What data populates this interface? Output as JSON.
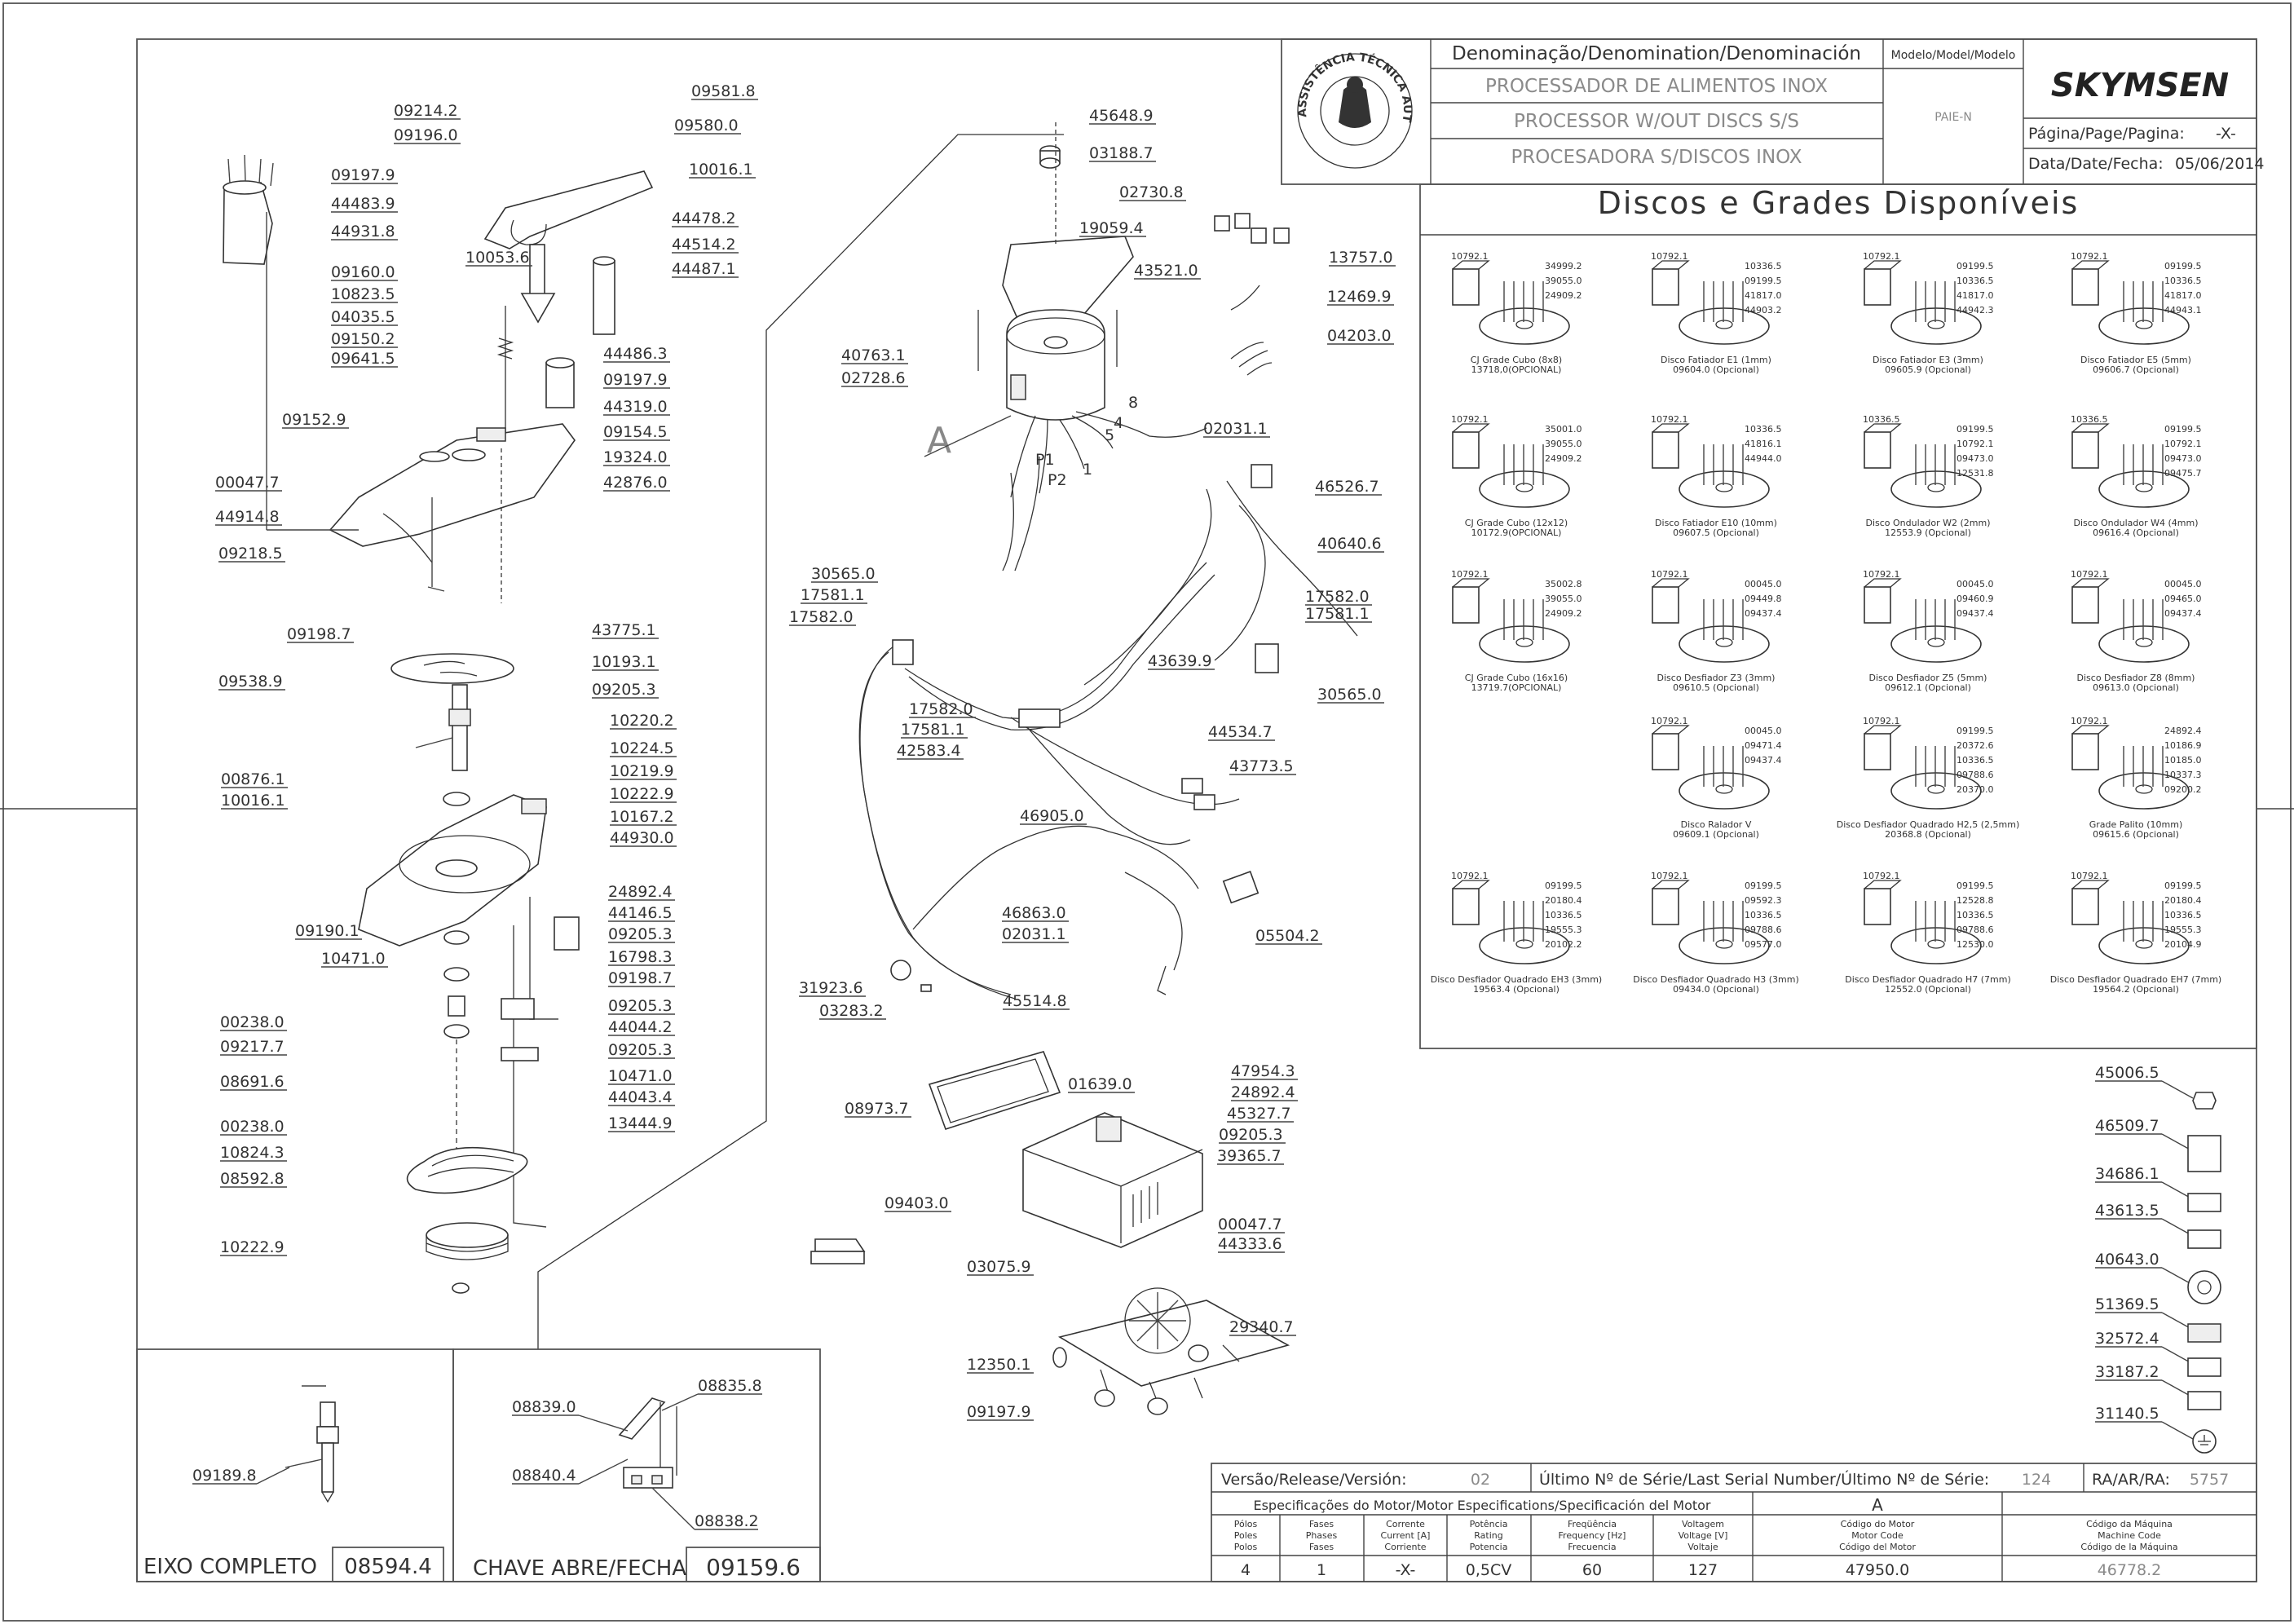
{
  "title_block": {
    "denomination_header": "Denominação/Denomination/Denominación",
    "name_pt": "PROCESSADOR DE ALIMENTOS INOX",
    "name_en": "PROCESSOR W/OUT DISCS S/S",
    "name_es": "PROCESADORA S/DISCOS INOX",
    "model_header": "Modelo/Model/Modelo",
    "model": "PAIE-N",
    "brand": "SKYMSEN",
    "page_label": "Página/Page/Pagina:",
    "page_value": "-X-",
    "date_label": "Data/Date/Fecha:",
    "date_value": "05/06/2014",
    "seal_text": "ASSISTÊNCIA TÉCNICA AUTORIZADA"
  },
  "discs_panel": {
    "title": "Discos e Grades Disponíveis",
    "items": [
      {
        "caption1": "CJ Grade Cubo (8x8)",
        "caption2": "13718,0(OPCIONAL)",
        "codes": [
          "10792.1",
          "34999.2",
          "39055.0",
          "24909.2"
        ]
      },
      {
        "caption1": "Disco Fatiador E1 (1mm)",
        "caption2": "09604.0 (Opcional)",
        "codes": [
          "10792.1",
          "10336.5",
          "09199.5",
          "41817.0",
          "44903.2"
        ]
      },
      {
        "caption1": "Disco Fatiador E3 (3mm)",
        "caption2": "09605.9 (Opcional)",
        "codes": [
          "10792.1",
          "09199.5",
          "10336.5",
          "41817.0",
          "44942.3"
        ]
      },
      {
        "caption1": "Disco Fatiador E5 (5mm)",
        "caption2": "09606.7 (Opcional)",
        "codes": [
          "10792.1",
          "09199.5",
          "10336.5",
          "41817.0",
          "44943.1"
        ]
      },
      {
        "caption1": "CJ Grade Cubo (12x12)",
        "caption2": "10172.9(OPCIONAL)",
        "codes": [
          "10792.1",
          "35001.0",
          "39055.0",
          "24909.2"
        ]
      },
      {
        "caption1": "Disco Fatiador E10 (10mm)",
        "caption2": "09607.5 (Opcional)",
        "codes": [
          "10792.1",
          "10336.5",
          "41816.1",
          "44944.0"
        ]
      },
      {
        "caption1": "Disco Ondulador W2 (2mm)",
        "caption2": "12553.9 (Opcional)",
        "codes": [
          "10336.5",
          "09199.5",
          "10792.1",
          "09473.0",
          "12531.8"
        ]
      },
      {
        "caption1": "Disco Ondulador W4 (4mm)",
        "caption2": "09616.4 (Opcional)",
        "codes": [
          "10336.5",
          "09199.5",
          "10792.1",
          "09473.0",
          "09475.7"
        ]
      },
      {
        "caption1": "CJ Grade Cubo (16x16)",
        "caption2": "13719.7(OPCIONAL)",
        "codes": [
          "10792.1",
          "35002.8",
          "39055.0",
          "24909.2"
        ]
      },
      {
        "caption1": "Disco Desfiador Z3 (3mm)",
        "caption2": "09610.5 (Opcional)",
        "codes": [
          "10792.1",
          "00045.0",
          "09449.8",
          "09437.4"
        ]
      },
      {
        "caption1": "Disco Desfiador Z5 (5mm)",
        "caption2": "09612.1 (Opcional)",
        "codes": [
          "10792.1",
          "00045.0",
          "09460.9",
          "09437.4"
        ]
      },
      {
        "caption1": "Disco Desfiador Z8 (8mm)",
        "caption2": "09613.0 (Opcional)",
        "codes": [
          "10792.1",
          "00045.0",
          "09465.0",
          "09437.4"
        ]
      },
      {
        "caption1": "Disco Ralador V",
        "caption2": "09609.1 (Opcional)",
        "codes": [
          "10792.1",
          "00045.0",
          "09471.4",
          "09437.4"
        ]
      },
      {
        "caption1": "Disco Desfiador Quadrado H2,5 (2,5mm)",
        "caption2": "20368.8 (Opcional)",
        "codes": [
          "10792.1",
          "09199.5",
          "20372.6",
          "10336.5",
          "09788.6",
          "20370.0"
        ]
      },
      {
        "caption1": "Grade Palito (10mm)",
        "caption2": "09615.6 (Opcional)",
        "codes": [
          "10792.1",
          "24892.4",
          "10186.9",
          "10185.0",
          "10337.3",
          "09200.2"
        ]
      },
      {
        "caption1": "Disco Desfiador Quadrado EH3 (3mm)",
        "caption2": "19563.4 (Opcional)",
        "codes": [
          "10792.1",
          "09199.5",
          "20180.4",
          "10336.5",
          "19555.3",
          "20102.2"
        ]
      },
      {
        "caption1": "Disco Desfiador Quadrado H3 (3mm)",
        "caption2": "09434.0 (Opcional)",
        "codes": [
          "10792.1",
          "09199.5",
          "09592.3",
          "10336.5",
          "09788.6",
          "09577.0"
        ]
      },
      {
        "caption1": "Disco Desfiador Quadrado H7 (7mm)",
        "caption2": "12552.0 (Opcional)",
        "codes": [
          "10792.1",
          "09199.5",
          "12528.8",
          "10336.5",
          "09788.6",
          "12530.0"
        ]
      },
      {
        "caption1": "Disco Desfiador Quadrado EH7 (7mm)",
        "caption2": "19564.2 (Opcional)",
        "codes": [
          "10792.1",
          "09199.5",
          "20180.4",
          "10336.5",
          "19555.3",
          "20104.9"
        ]
      }
    ]
  },
  "left_labels": [
    "09581.8",
    "09214.2",
    "09580.0",
    "09196.0",
    "10016.1",
    "09197.9",
    "44483.9",
    "44478.2",
    "44514.2",
    "10053.6",
    "44487.1",
    "44931.8",
    "09160.0",
    "10823.5",
    "04035.5",
    "09150.2",
    "09641.5",
    "44486.3",
    "09197.9",
    "44319.0",
    "09152.9",
    "09154.5",
    "19324.0",
    "00047.7",
    "42876.0",
    "44914.8",
    "09218.5",
    "09198.7",
    "43775.1",
    "10193.1",
    "09205.3",
    "09538.9",
    "10220.2",
    "10224.5",
    "00876.1",
    "10219.9",
    "10016.1",
    "10222.9",
    "10167.2",
    "44930.0",
    "24892.4",
    "44146.5",
    "09190.1",
    "09205.3",
    "10471.0",
    "16798.3",
    "09198.7",
    "00238.0",
    "09205.3",
    "09217.7",
    "44044.2",
    "08691.6",
    "09205.3",
    "10471.0",
    "00238.0",
    "44043.4",
    "13444.9",
    "10824.3",
    "08592.8",
    "10222.9"
  ],
  "center_labels": [
    "45648.9",
    "03188.7",
    "02730.8",
    "19059.4",
    "43521.0",
    "40763.1",
    "02728.6",
    "02031.1",
    "30565.0",
    "17581.1",
    "17582.0",
    "17582.0",
    "17581.1",
    "42583.4",
    "43639.9",
    "46905.0",
    "46863.0",
    "02031.1",
    "31923.6",
    "03283.2",
    "45514.8",
    "08973.7",
    "01639.0",
    "09403.0",
    "03075.9",
    "12350.1",
    "09197.9",
    "13757.0",
    "12469.9",
    "04203.0",
    "46526.7",
    "40640.6",
    "17582.0",
    "17581.1",
    "30565.0",
    "44534.7",
    "43773.5",
    "05504.2",
    "47954.3",
    "24892.4",
    "45327.7",
    "09205.3",
    "39365.7",
    "00047.7",
    "44333.6",
    "29340.7"
  ],
  "wire_marks": {
    "a": "A",
    "p1": "P1",
    "p2": "P2",
    "n1": "1",
    "n4": "4",
    "n5": "5",
    "n8": "8"
  },
  "right_parts": [
    "45006.5",
    "46509.7",
    "34686.1",
    "43613.5",
    "40643.0",
    "51369.5",
    "32572.4",
    "33187.2",
    "31140.5"
  ],
  "eixo": {
    "label": "EIXO COMPLETO",
    "code": "08594.4",
    "part": "09189.8"
  },
  "chave": {
    "label": "CHAVE ABRE/FECHA",
    "code": "09159.6",
    "parts": [
      "08839.0",
      "08835.8",
      "08840.4",
      "08838.2"
    ]
  },
  "release": {
    "version_label": "Versão/Release/Versión:",
    "version_value": "02",
    "serial_label": "Último Nº de Série/Last Serial Number/Último Nº de Série:",
    "serial_value": "124",
    "ra_label": "RA/AR/RA:",
    "ra_value": "5757",
    "motor_spec_header": "Especificações do Motor/Motor Especifications/Specificación del Motor",
    "motor_letter": "A",
    "columns": [
      {
        "h1": "Pólos",
        "h2": "Poles",
        "h3": "Polos",
        "value": "4"
      },
      {
        "h1": "Fases",
        "h2": "Phases",
        "h3": "Fases",
        "value": "1"
      },
      {
        "h1": "Corrente",
        "h2": "Current [A]",
        "h3": "Corriente",
        "value": "-X-"
      },
      {
        "h1": "Potência",
        "h2": "Rating",
        "h3": "Potencia",
        "value": "0,5CV"
      },
      {
        "h1": "Freqüência",
        "h2": "Frequency [Hz]",
        "h3": "Frecuencia",
        "value": "60"
      },
      {
        "h1": "Voltagem",
        "h2": "Voltage [V]",
        "h3": "Voltaje",
        "value": "127"
      },
      {
        "h1": "Código do Motor",
        "h2": "Motor Code",
        "h3": "Código del Motor",
        "value": "47950.0"
      },
      {
        "h1": "Código da Máquina",
        "h2": "Machine Code",
        "h3": "Código de la Máquina",
        "value": "46778.2"
      }
    ]
  }
}
